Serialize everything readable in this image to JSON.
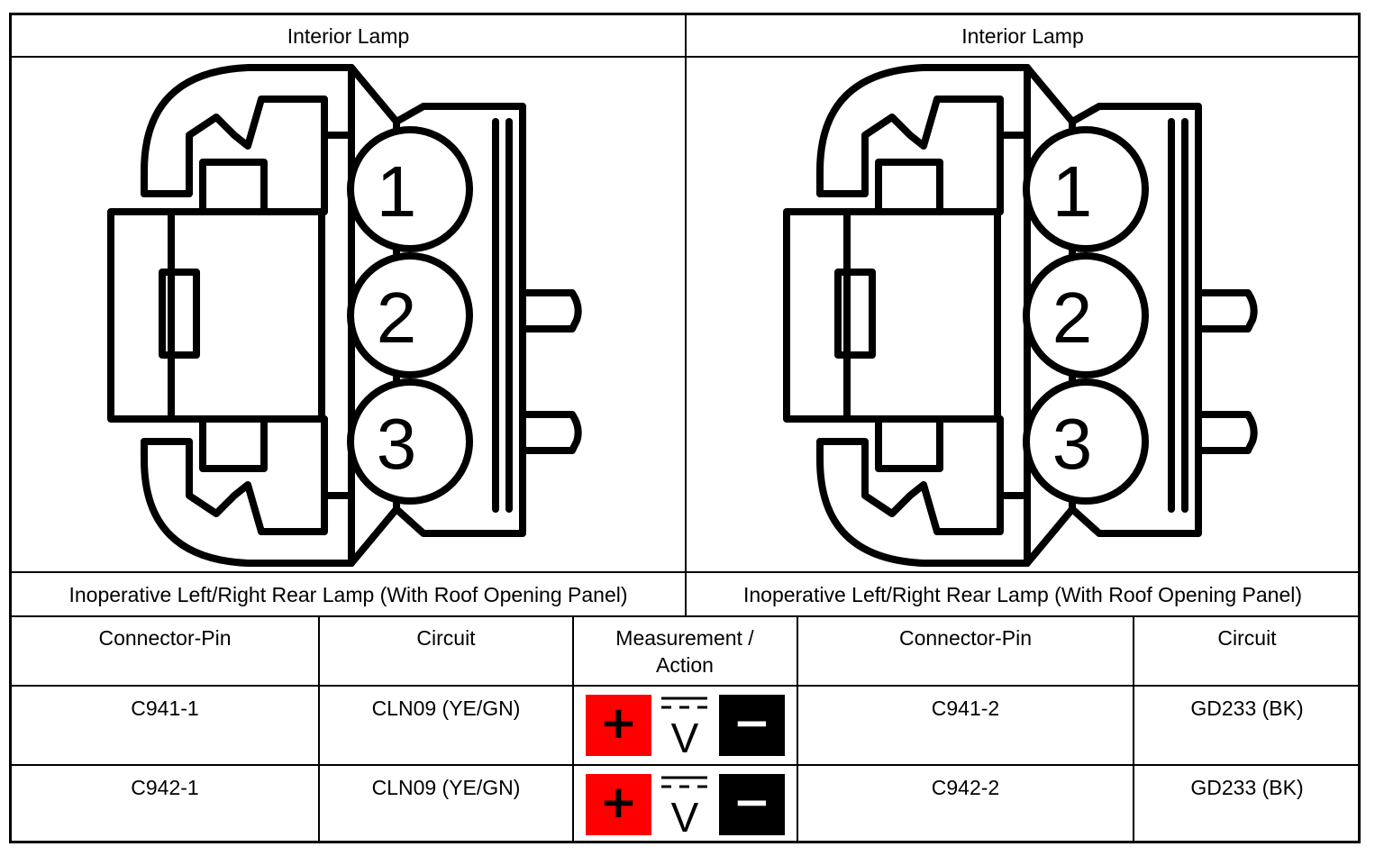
{
  "panels": [
    {
      "title": "Interior Lamp",
      "pins": [
        "1",
        "2",
        "3"
      ],
      "caption": "Inoperative Left/Right Rear Lamp (With Roof Opening Panel)"
    },
    {
      "title": "Interior Lamp",
      "pins": [
        "1",
        "2",
        "3"
      ],
      "caption": "Inoperative Left/Right Rear Lamp (With Roof Opening Panel)"
    }
  ],
  "table": {
    "headers": [
      "Connector-Pin",
      "Circuit",
      "Measurement / Action",
      "Connector-Pin",
      "Circuit"
    ],
    "rows": [
      {
        "pin_a": "C941-1",
        "circuit_a": "CLN09 (YE/GN)",
        "measurement": "voltmeter-icon",
        "pin_b": "C941-2",
        "circuit_b": "GD233 (BK)"
      },
      {
        "pin_a": "C942-1",
        "circuit_a": "CLN09 (YE/GN)",
        "measurement": "voltmeter-icon",
        "pin_b": "C942-2",
        "circuit_b": "GD233 (BK)"
      }
    ]
  },
  "meter": {
    "positive": "+",
    "negative": "−",
    "unit": "V",
    "positive_color": "#ff0000",
    "negative_color": "#000000"
  }
}
